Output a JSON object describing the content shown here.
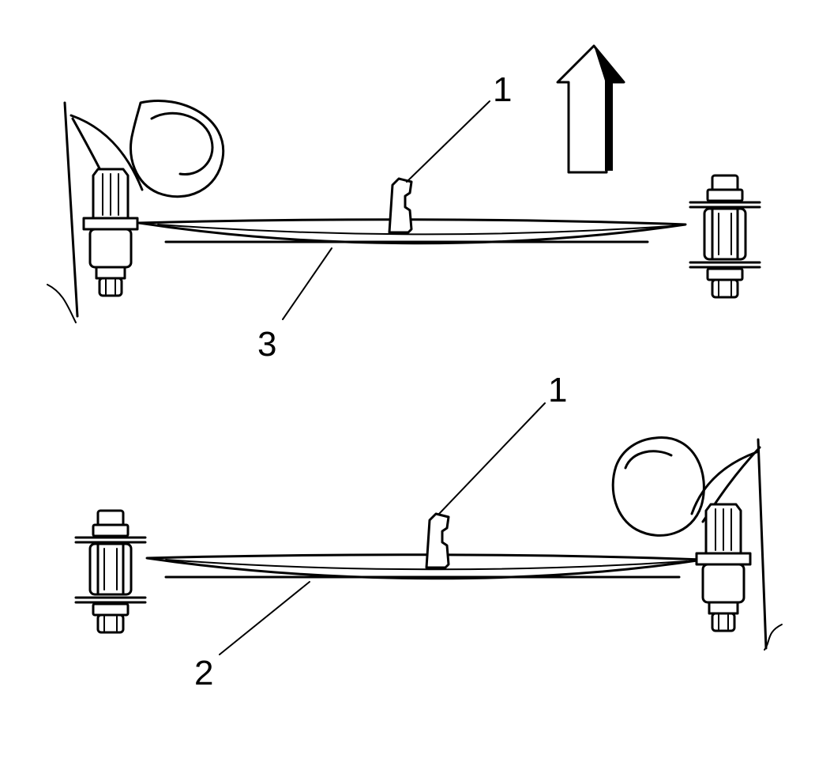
{
  "callouts": {
    "top_bracket": "1",
    "top_spring": "3",
    "bottom_bracket": "1",
    "bottom_spring": "2"
  },
  "colors": {
    "line": "#000000",
    "background": "#ffffff"
  }
}
